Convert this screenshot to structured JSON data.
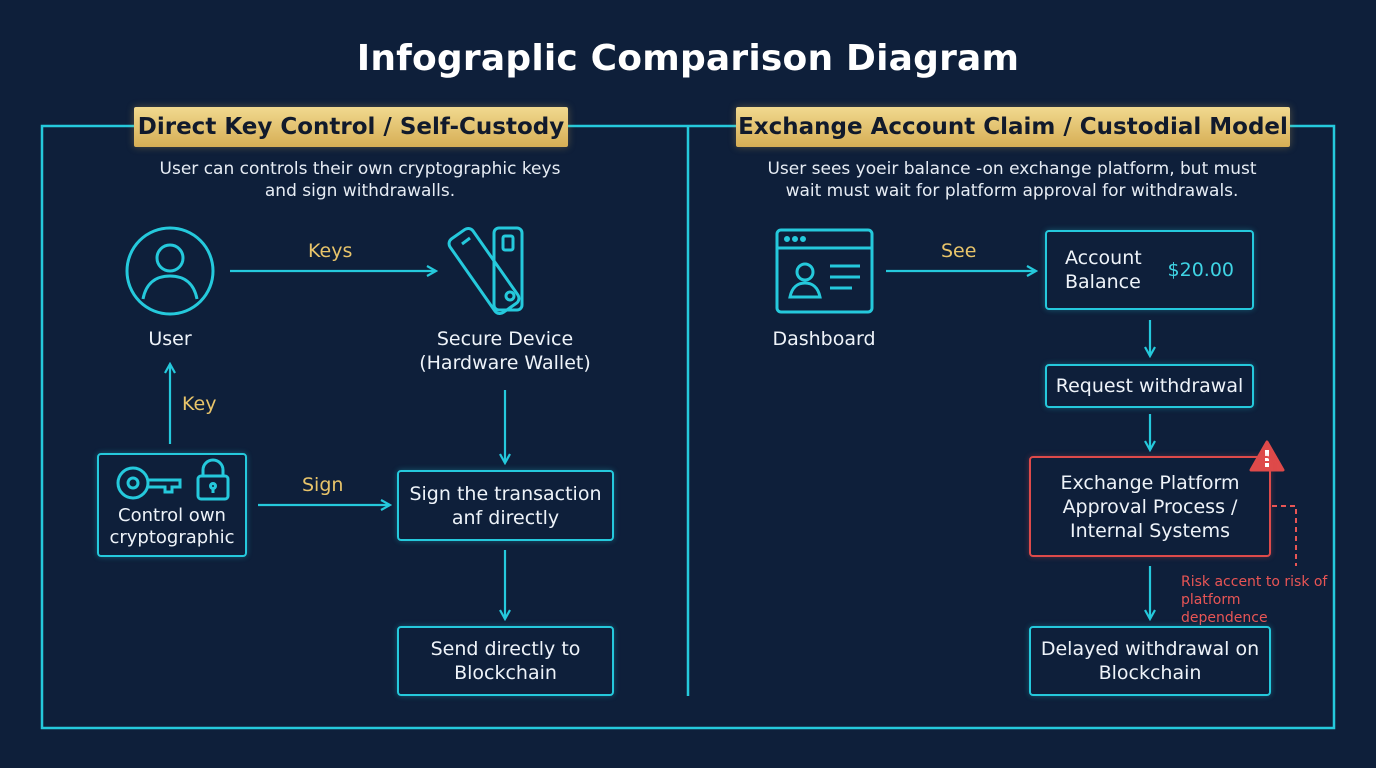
{
  "title": "Infograplic Comparison Diagram",
  "left": {
    "banner": "Direct Key Control / Self-Custody",
    "description": [
      "User can controls their own cryptographic keys",
      "and sign withdrawalls."
    ],
    "user_label": "User",
    "device_label": [
      "Secure Device",
      "(Hardware Wallet)"
    ],
    "arrow_keys": "Keys",
    "arrow_key": "Key",
    "arrow_sign": "Sign",
    "control_box": [
      "Control own",
      "cryptographic"
    ],
    "sign_box": [
      "Sign the transaction",
      "anf directly"
    ],
    "send_box": [
      "Send directly to",
      "Blockchain"
    ]
  },
  "right": {
    "banner": "Exchange Account Claim / Custodial Model",
    "description": [
      "User sees yoeir balance -on exchange platform, but must",
      "wait must wait for platform approval for withdrawals."
    ],
    "dashboard_label": "Dashboard",
    "arrow_see": "See",
    "balance_label": [
      "Account",
      "Balance"
    ],
    "balance_amount": "$20.00",
    "request_box": "Request withdrawal",
    "approval_box": [
      "Exchange Platform",
      "Approval Process /",
      "Internal Systems"
    ],
    "risk_note": [
      "Risk accent to risk of",
      "platform dependence"
    ],
    "delayed_box": [
      "Delayed withdrawal on",
      "Blockchain"
    ]
  },
  "colors": {
    "background": "#0e1f3a",
    "accent": "#25c9dc",
    "gold": "#e8c46a",
    "warning": "#de4a4a"
  },
  "icons": {
    "user": "user-circle-icon",
    "device": "hardware-wallet-icon",
    "key": "key-icon",
    "lock": "padlock-icon",
    "dashboard": "dashboard-window-icon",
    "warning": "warning-triangle-icon"
  }
}
